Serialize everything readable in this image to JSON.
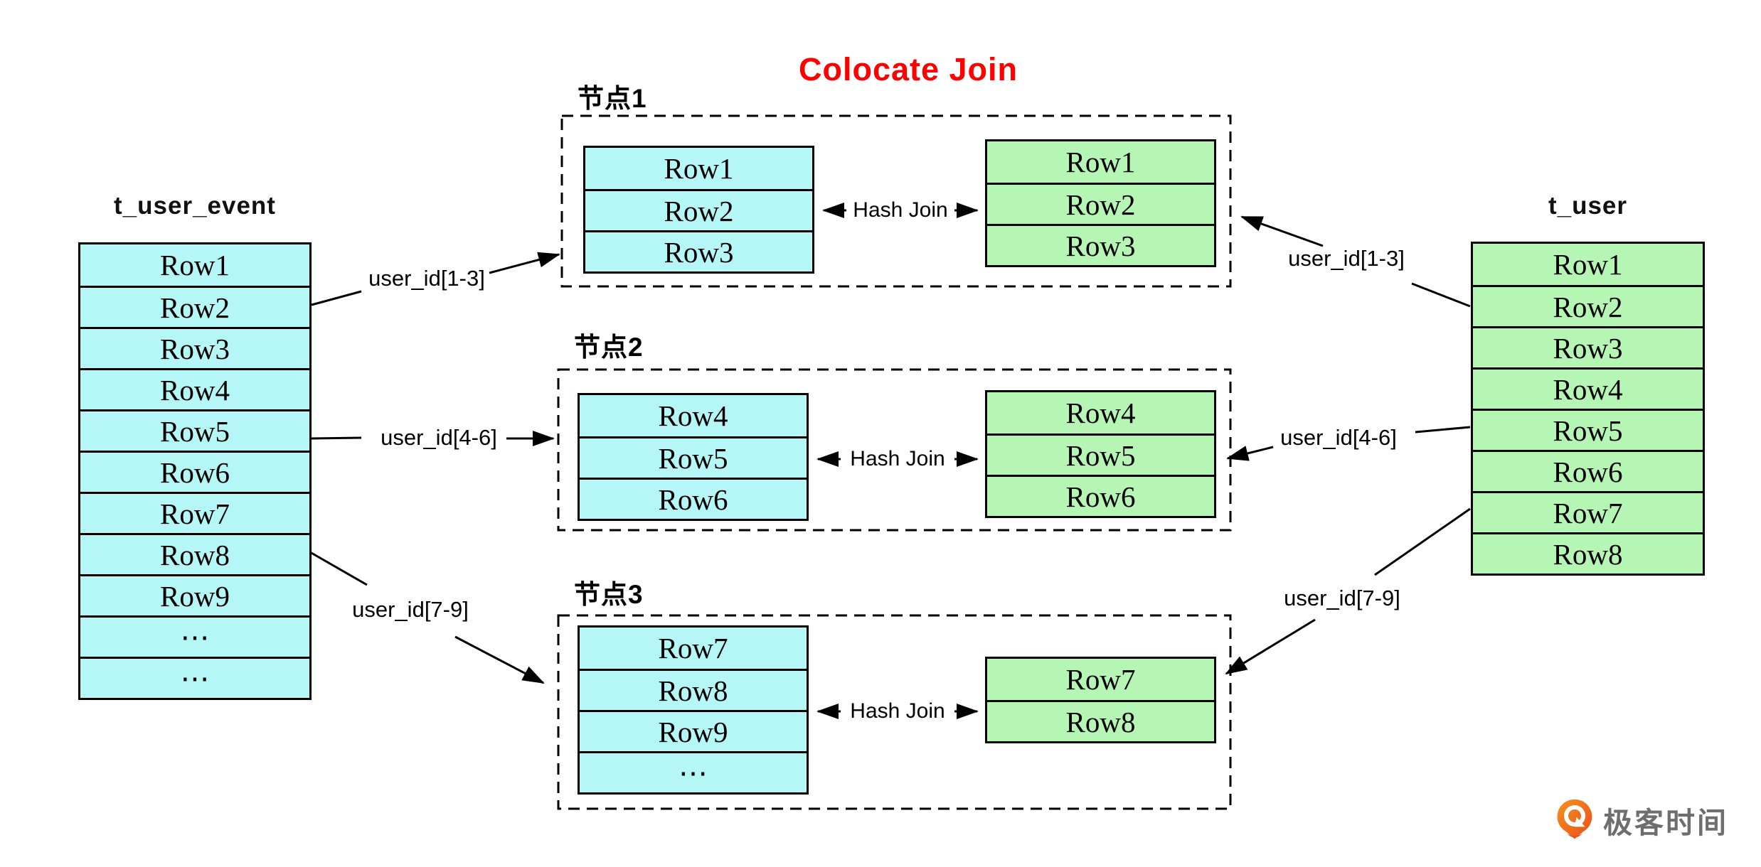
{
  "title": {
    "text": "Colocate Join"
  },
  "left_table": {
    "caption": "t_user_event",
    "rows": [
      "Row1",
      "Row2",
      "Row3",
      "Row4",
      "Row5",
      "Row6",
      "Row7",
      "Row8",
      "Row9",
      "⋯",
      "⋯"
    ]
  },
  "right_table": {
    "caption": "t_user",
    "rows": [
      "Row1",
      "Row2",
      "Row3",
      "Row4",
      "Row5",
      "Row6",
      "Row7",
      "Row8"
    ]
  },
  "nodes": [
    {
      "label": "节点1",
      "join_label": "Hash Join",
      "left_rows": [
        "Row1",
        "Row2",
        "Row3"
      ],
      "right_rows": [
        "Row1",
        "Row2",
        "Row3"
      ]
    },
    {
      "label": "节点2",
      "join_label": "Hash Join",
      "left_rows": [
        "Row4",
        "Row5",
        "Row6"
      ],
      "right_rows": [
        "Row4",
        "Row5",
        "Row6"
      ]
    },
    {
      "label": "节点3",
      "join_label": "Hash Join",
      "left_rows": [
        "Row7",
        "Row8",
        "Row9",
        "⋯"
      ],
      "right_rows": [
        "Row7",
        "Row8"
      ]
    }
  ],
  "edge_labels": {
    "left": [
      "user_id[1-3]",
      "user_id[4-6]",
      "user_id[7-9]"
    ],
    "right": [
      "user_id[1-3]",
      "user_id[4-6]",
      "user_id[7-9]"
    ]
  },
  "watermark": {
    "text": "极客时间"
  },
  "colors": {
    "title_red": "#FF0000",
    "table_cyan": "#B5F6F6",
    "table_green": "#B5F6B5",
    "line_black": "#000000",
    "logo_orange": "#F07226",
    "logo_text_gray": "#6E6E6E"
  }
}
